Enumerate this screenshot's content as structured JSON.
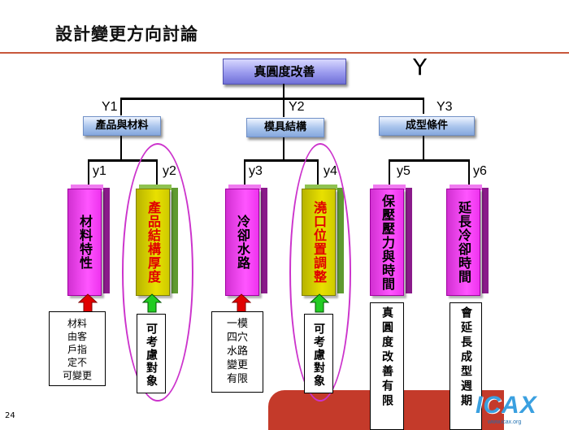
{
  "slide": {
    "title": "設計變更方向討論",
    "page_number": "24"
  },
  "root": {
    "label": "真圓度改善",
    "symbol": "Y"
  },
  "categories": [
    {
      "id": "Y1",
      "label": "產品與材料"
    },
    {
      "id": "Y2",
      "label": "模具結構"
    },
    {
      "id": "Y3",
      "label": "成型條件"
    }
  ],
  "factors": [
    {
      "id": "y1",
      "label": "材料特性",
      "color": "#ee33ee",
      "arrow": "red-up-arrow",
      "note": [
        "材料",
        "由客",
        "戶指",
        "定不",
        "可變更"
      ]
    },
    {
      "id": "y2",
      "label": "產品結構厚度",
      "color": "#e0dc00",
      "arrow": "green-up-arrow",
      "note": "可考慮對象"
    },
    {
      "id": "y3",
      "label": "冷卻水路",
      "color": "#ee33ee",
      "arrow": "red-up-arrow",
      "note": [
        "一模",
        "四穴",
        "水路",
        "變更",
        "有限"
      ]
    },
    {
      "id": "y4",
      "label": "澆口位置調整",
      "color": "#e0dc00",
      "arrow": "green-up-arrow",
      "note": "可考慮對象"
    },
    {
      "id": "y5",
      "label": "保壓壓力與時間",
      "color": "#ee33ee",
      "note": "真圓度改善有限"
    },
    {
      "id": "y6",
      "label": "延長冷卻時間",
      "color": "#ee33ee",
      "note": "會延長成型週期"
    }
  ],
  "logo": {
    "text": "ICAX",
    "sub": "www.icax.org"
  },
  "colors": {
    "accent_rule": "#c8583c",
    "highlight_ellipse": "#cc33cc",
    "deco_band": "#c43a2a"
  }
}
